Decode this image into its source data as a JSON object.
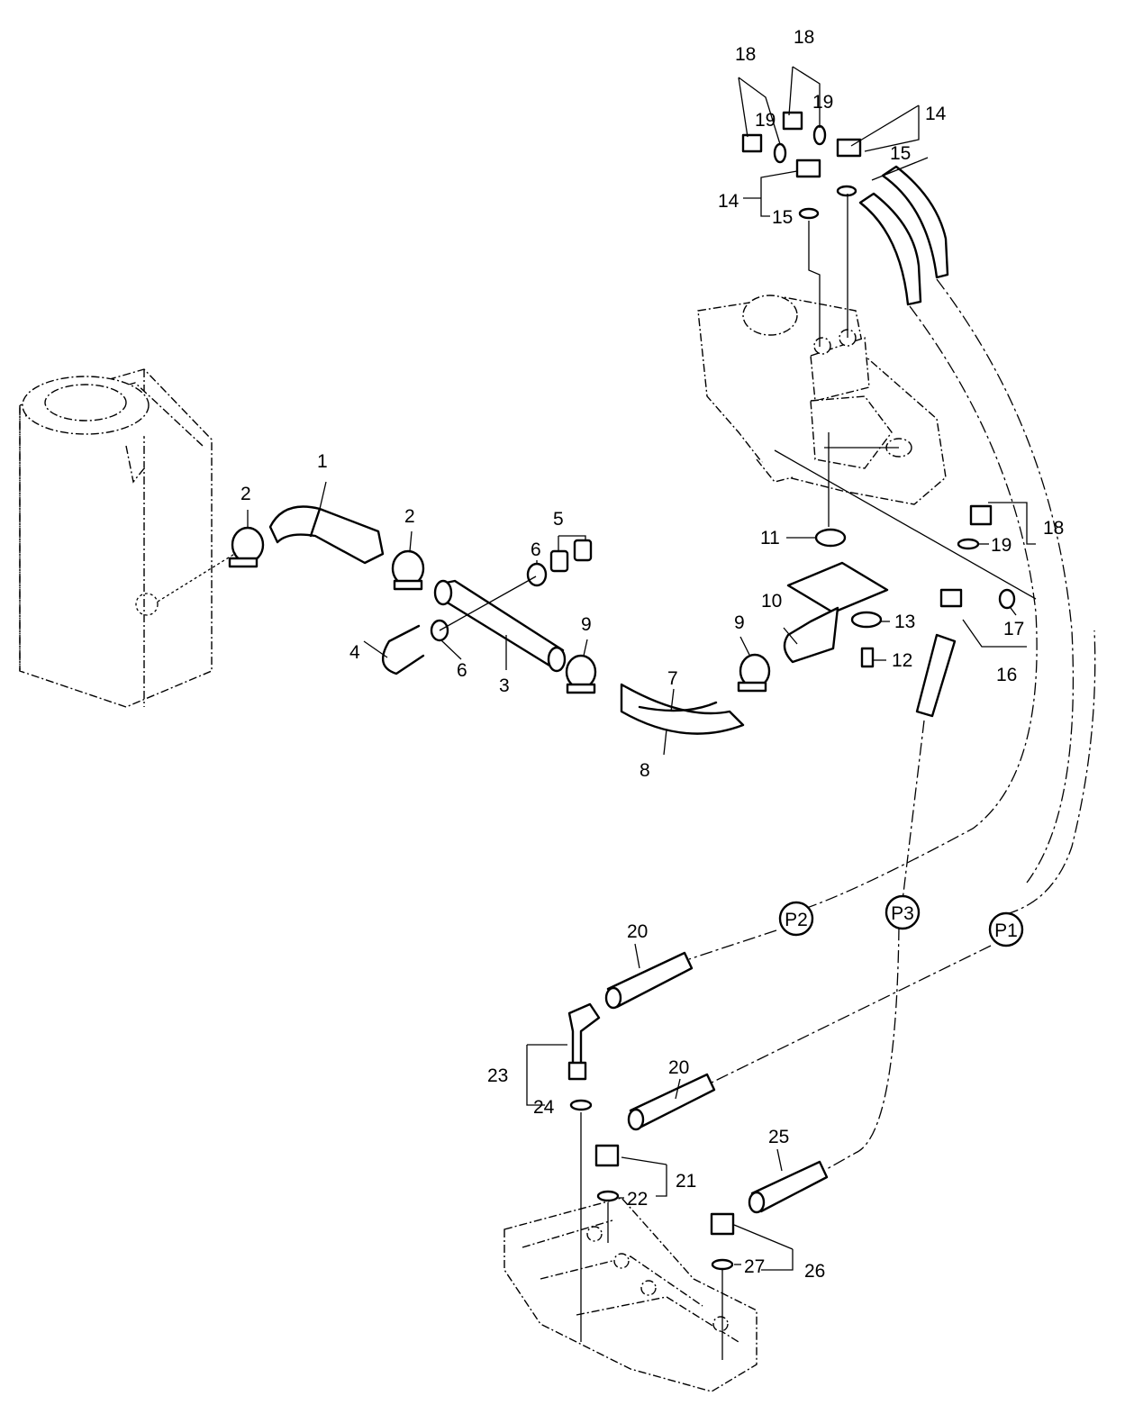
{
  "callouts": [
    "1",
    "2",
    "3",
    "4",
    "5",
    "6",
    "7",
    "8",
    "9",
    "10",
    "11",
    "12",
    "13",
    "14",
    "15",
    "16",
    "17",
    "18",
    "19",
    "20",
    "21",
    "22",
    "23",
    "24",
    "25",
    "26",
    "27"
  ],
  "ports": [
    "P1",
    "P2",
    "P3"
  ]
}
